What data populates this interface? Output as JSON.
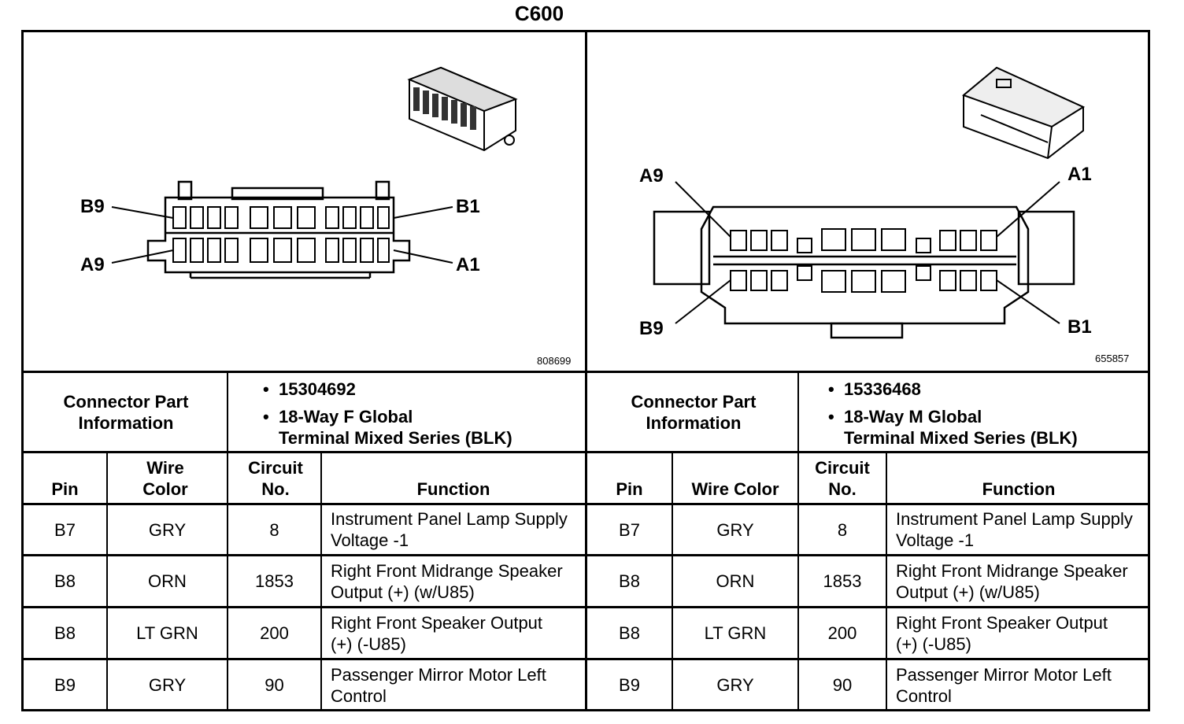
{
  "connector_id": "C600",
  "left": {
    "image_code": "808699",
    "pin_labels": {
      "b9": "B9",
      "b1": "B1",
      "a9": "A9",
      "a1": "A1"
    },
    "part_info_label": "Connector Part Information",
    "part_number": "15304692",
    "description_line1": "18-Way F Global",
    "description_line2": "Terminal Mixed Series (BLK)",
    "columns": {
      "pin": "Pin",
      "wire_color": "Wire Color",
      "circuit": "Circuit No.",
      "function": "Function"
    },
    "rows": [
      {
        "pin": "B7",
        "color": "GRY",
        "circuit": "8",
        "function": "Instrument Panel Lamp Supply Voltage -1"
      },
      {
        "pin": "B8",
        "color": "ORN",
        "circuit": "1853",
        "function": "Right Front Midrange Speaker Output (+) (w/U85)"
      },
      {
        "pin": "B8",
        "color": "LT GRN",
        "circuit": "200",
        "function": "Right Front Speaker Output (+) (-U85)"
      },
      {
        "pin": "B9",
        "color": "GRY",
        "circuit": "90",
        "function": "Passenger Mirror Motor Left Control"
      }
    ]
  },
  "right": {
    "image_code": "655857",
    "pin_labels": {
      "a9": "A9",
      "a1": "A1",
      "b9": "B9",
      "b1": "B1"
    },
    "part_info_label": "Connector Part Information",
    "part_number": "15336468",
    "description_line1": "18-Way M Global",
    "description_line2": "Terminal Mixed Series (BLK)",
    "columns": {
      "pin": "Pin",
      "wire_color": "Wire Color",
      "circuit": "Circuit No.",
      "function": "Function"
    },
    "rows": [
      {
        "pin": "B7",
        "color": "GRY",
        "circuit": "8",
        "function": "Instrument Panel Lamp Supply Voltage -1"
      },
      {
        "pin": "B8",
        "color": "ORN",
        "circuit": "1853",
        "function": "Right Front Midrange Speaker Output (+) (w/U85)"
      },
      {
        "pin": "B8",
        "color": "LT GRN",
        "circuit": "200",
        "function": "Right Front Speaker Output (+) (-U85)"
      },
      {
        "pin": "B9",
        "color": "GRY",
        "circuit": "90",
        "function": "Passenger Mirror Motor Left Control"
      }
    ]
  }
}
